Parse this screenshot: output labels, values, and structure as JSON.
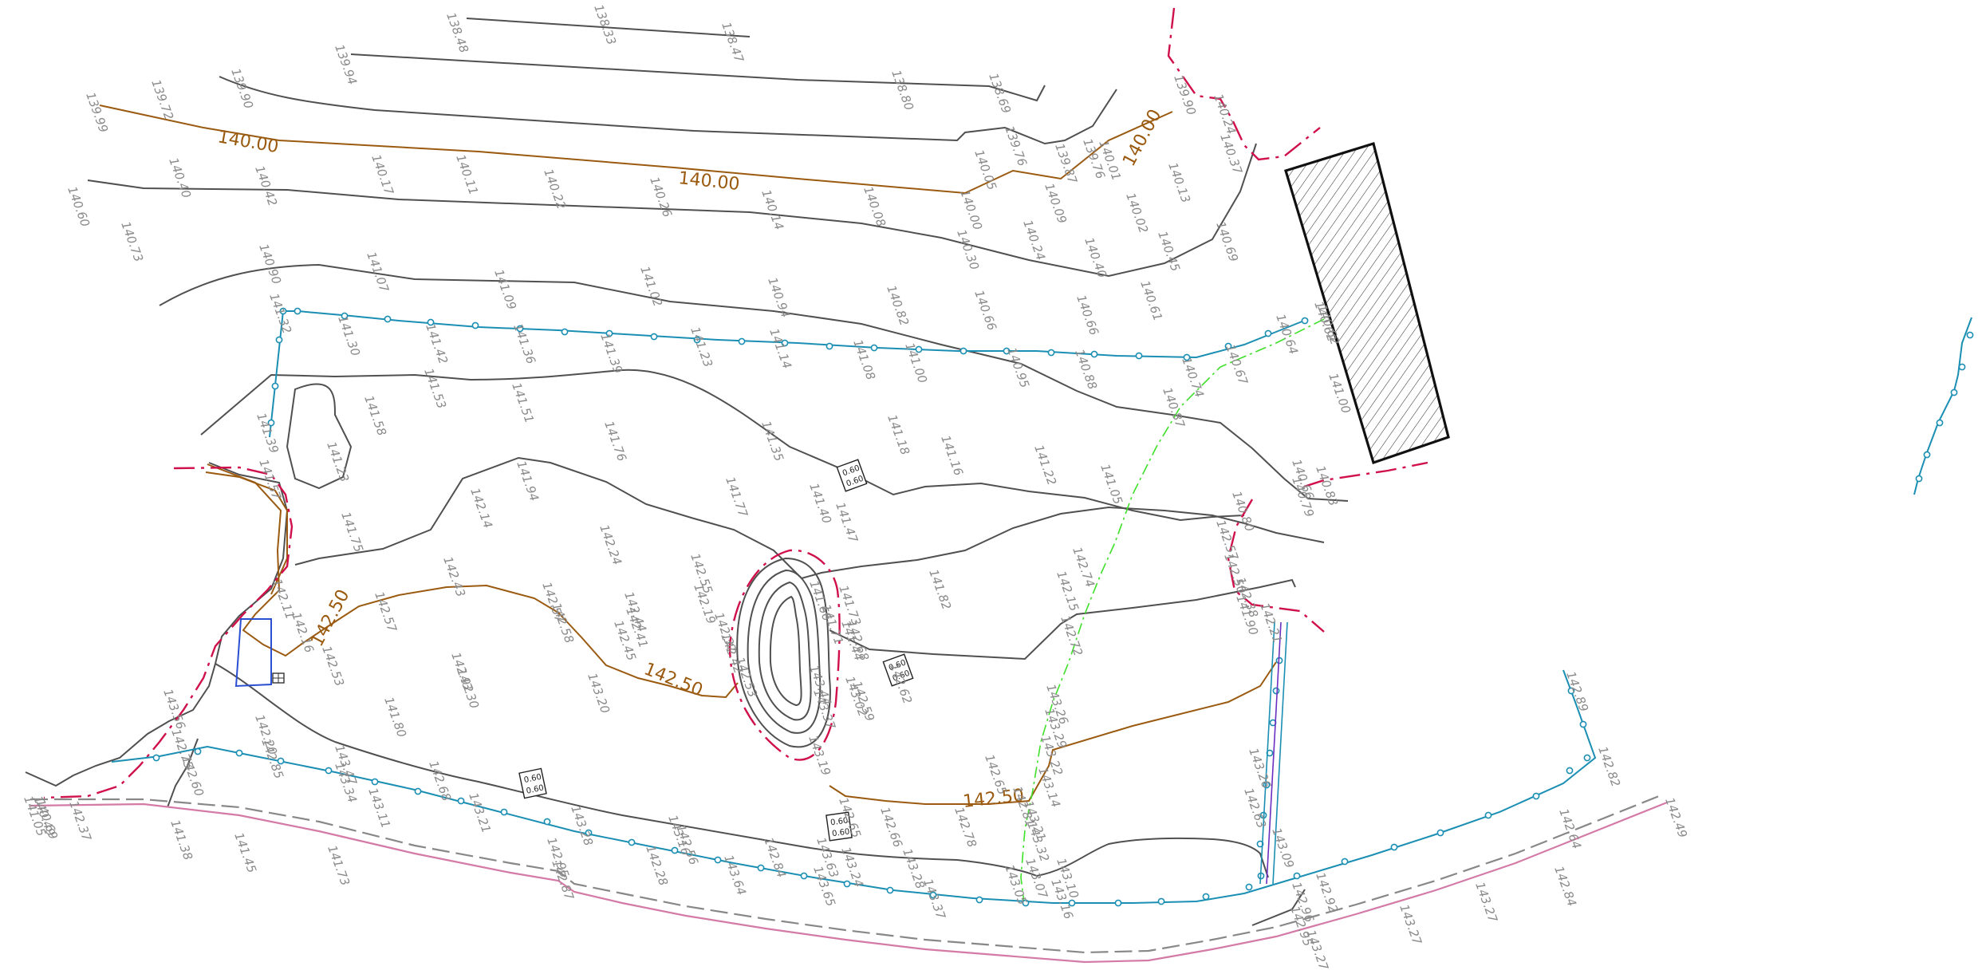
{
  "colors": {
    "background": "#ffffff",
    "contour": "#505050",
    "index_contour": "#9a5a10",
    "boundary": "#d0104a",
    "pipeline": "#1b8fb3",
    "green_line": "#3fe02a",
    "road_pink": "#d47aa6",
    "road_grey": "#888888",
    "spot_text": "#8a8a8a",
    "building": "#1a1a1a",
    "blue_structure": "#2a4fd0"
  },
  "contour_labels": [
    "140.00",
    "140.00",
    "140.00",
    "142.50",
    "142.50",
    "142.50"
  ],
  "tags": [
    {
      "top": "0.60",
      "bottom": "0.60"
    },
    {
      "top": "0.60",
      "bottom": "0.60"
    },
    {
      "top": "0.60",
      "bottom": "0.60"
    },
    {
      "top": "0.60",
      "bottom": "0.60"
    }
  ],
  "spot_elevations": [
    "138.48",
    "138.33",
    "138.47",
    "139.94",
    "139.90",
    "139.72",
    "139.99",
    "138.80",
    "138.69",
    "139.76",
    "139.87",
    "139.76",
    "140.01",
    "139.90",
    "140.24",
    "140.37",
    "140.13",
    "140.60",
    "140.73",
    "140.40",
    "140.42",
    "140.17",
    "140.11",
    "140.22",
    "140.26",
    "140.14",
    "140.08",
    "140.05",
    "140.00",
    "140.09",
    "140.02",
    "140.30",
    "140.24",
    "140.40",
    "140.45",
    "140.69",
    "140.62",
    "140.90",
    "141.07",
    "141.09",
    "141.02",
    "140.94",
    "140.82",
    "140.66",
    "140.66",
    "140.61",
    "141.32",
    "141.30",
    "141.42",
    "141.36",
    "141.39",
    "141.23",
    "141.14",
    "141.08",
    "141.00",
    "140.95",
    "140.88",
    "140.74",
    "140.67",
    "140.64",
    "140.62",
    "141.00",
    "141.58",
    "141.53",
    "141.51",
    "141.76",
    "141.35",
    "141.18",
    "141.16",
    "140.87",
    "140.83",
    "141.39",
    "141.23",
    "141.57",
    "141.75",
    "142.14",
    "141.94",
    "142.24",
    "141.77",
    "141.40",
    "141.47",
    "141.22",
    "141.05",
    "140.66",
    "140.79",
    "140.80",
    "142.11",
    "142.16",
    "142.53",
    "142.57",
    "142.43",
    "142.57",
    "142.58",
    "142.44",
    "142.41",
    "142.45",
    "142.55",
    "142.19",
    "142.37",
    "142.42",
    "142.53",
    "141.66",
    "141.73",
    "141.71",
    "141.44",
    "141.82",
    "142.15",
    "142.74",
    "142.72",
    "142.57",
    "142.50",
    "142.38",
    "141.90",
    "142.21",
    "142.92",
    "143.30",
    "143.20",
    "143.44",
    "143.02",
    "142.68",
    "142.59",
    "142.62",
    "141.80",
    "142.20",
    "142.85",
    "143.56",
    "143.47",
    "143.37",
    "143.26",
    "143.29",
    "143.22",
    "143.26",
    "142.75",
    "142.60",
    "142.68",
    "143.34",
    "143.21",
    "143.28",
    "143.16",
    "143.11",
    "143.19",
    "142.65",
    "142.65",
    "142.66",
    "142.78",
    "142.81",
    "142.63",
    "142.56",
    "142.84",
    "142.95",
    "142.87",
    "142.28",
    "143.64",
    "143.65",
    "143.63",
    "143.24",
    "143.28",
    "143.37",
    "143.05",
    "143.07",
    "143.10",
    "143.16",
    "143.21",
    "143.32",
    "143.14",
    "143.09",
    "142.96",
    "142.95",
    "142.92",
    "142.89",
    "142.82",
    "142.64",
    "142.84",
    "143.27",
    "143.27",
    "143.27",
    "142.49",
    "141.05",
    "140.69",
    "140.49",
    "142.37",
    "141.38",
    "141.45",
    "141.73"
  ]
}
